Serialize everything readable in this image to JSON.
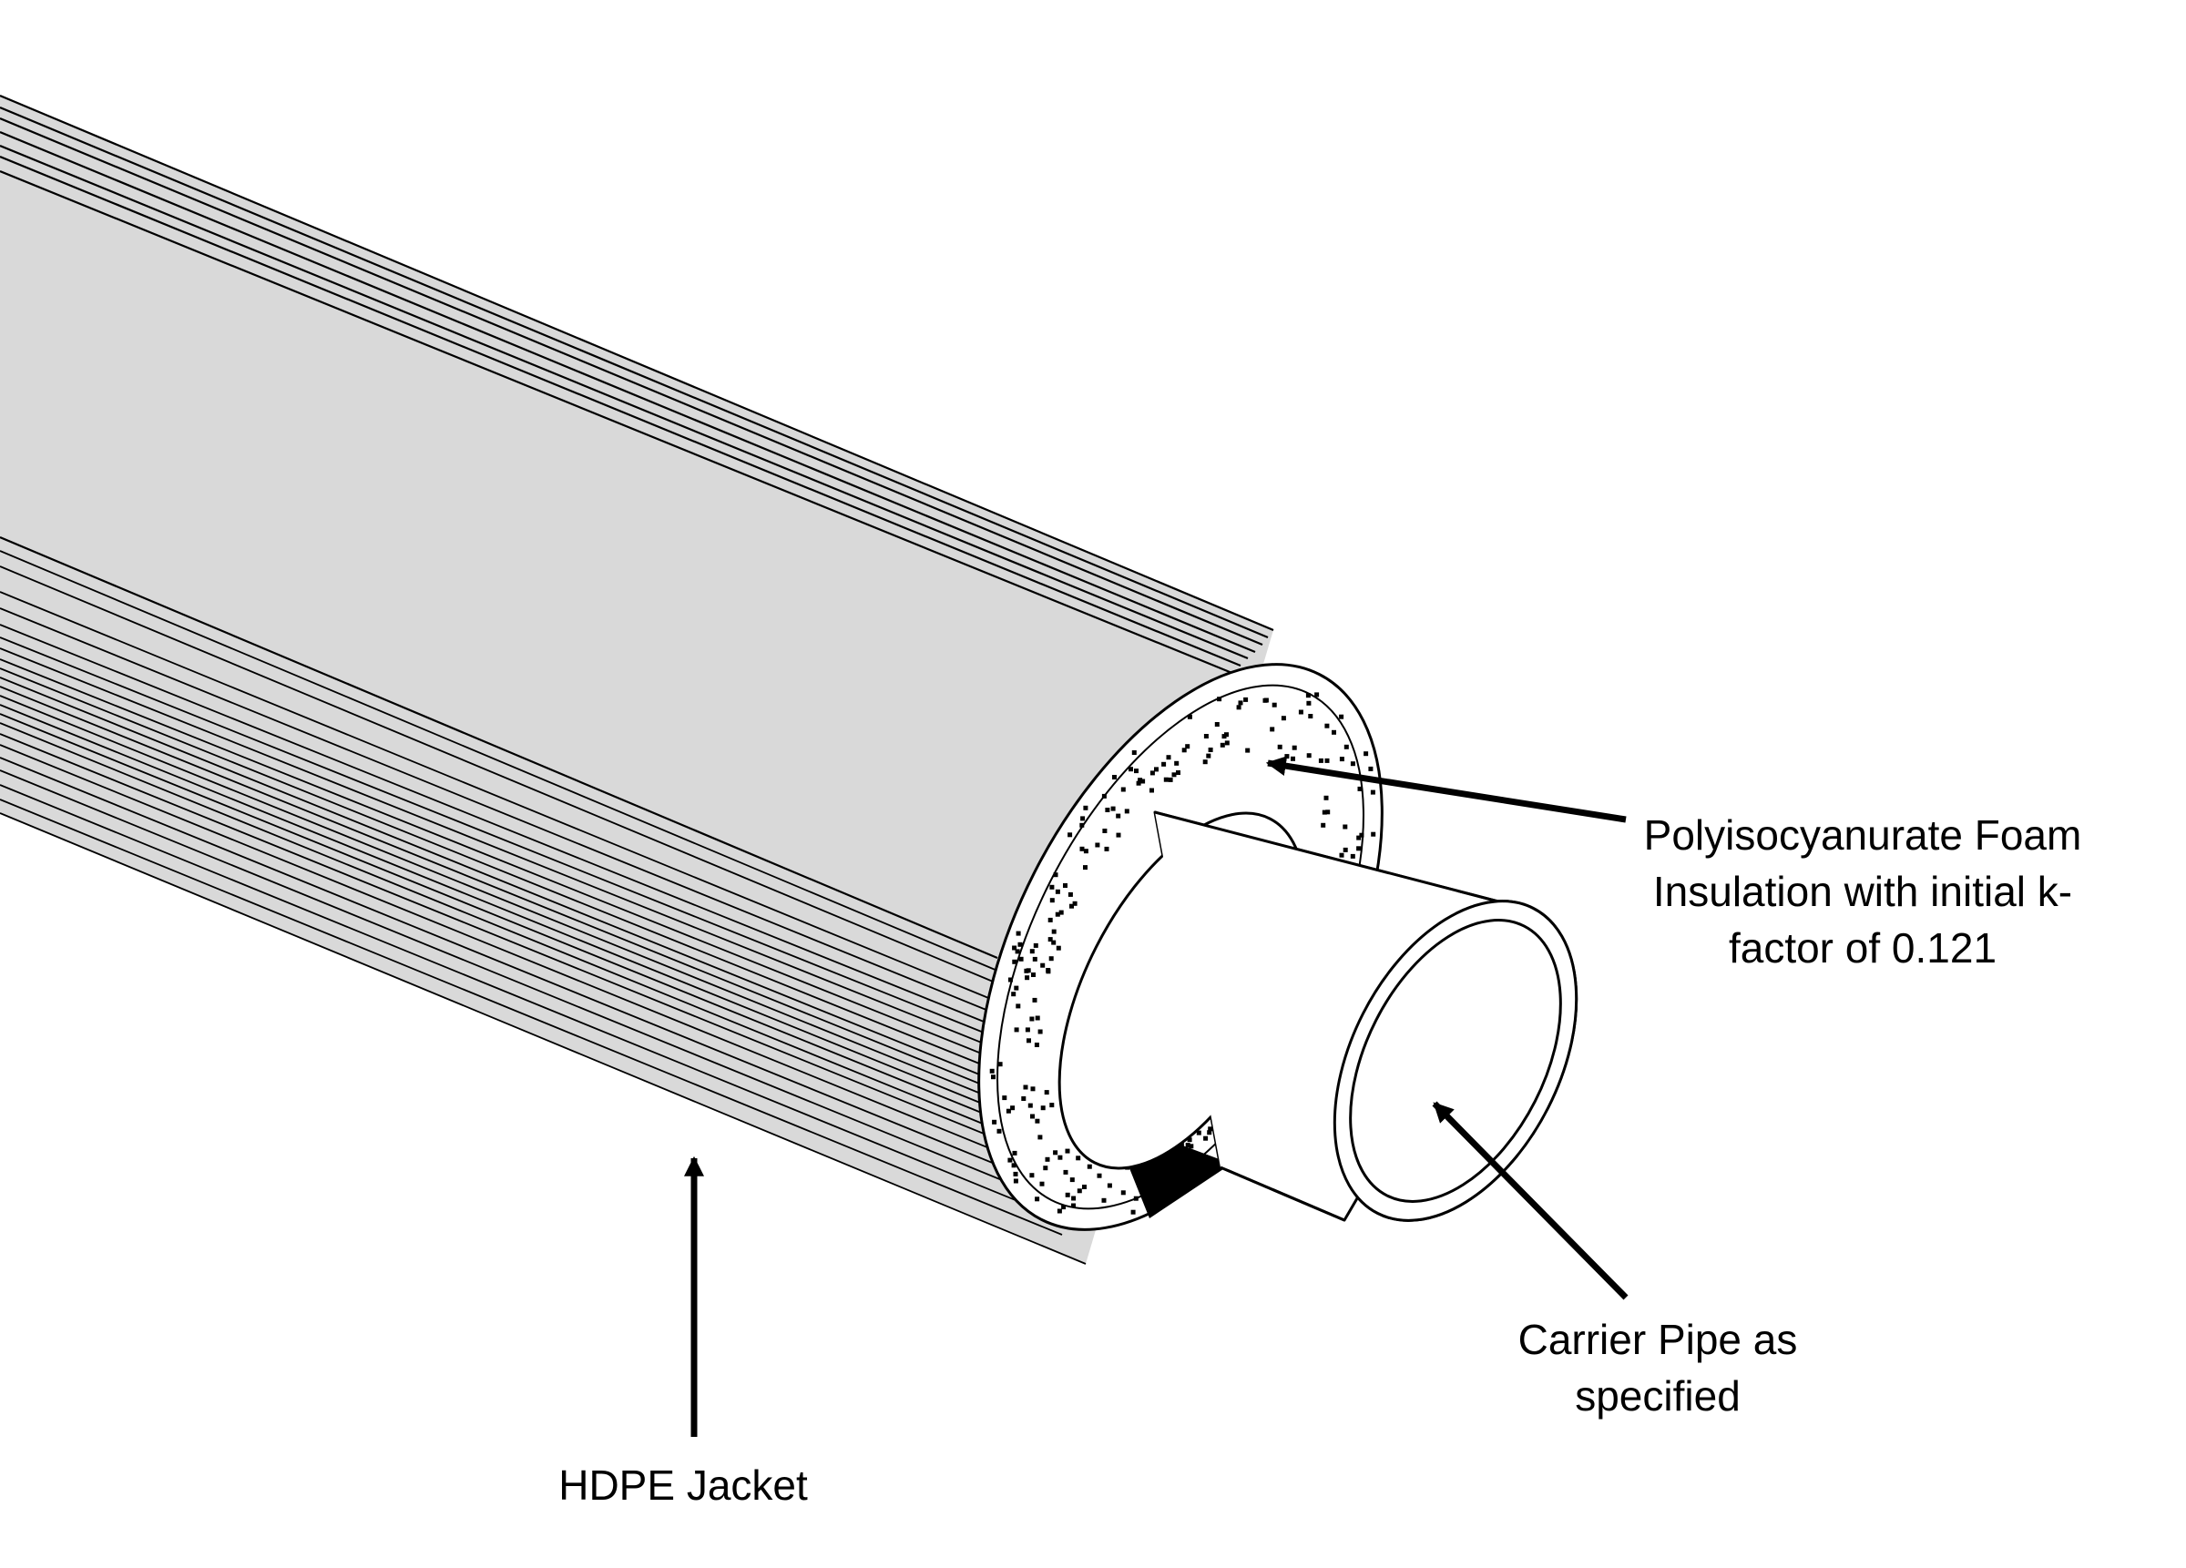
{
  "labels": {
    "foam": {
      "line1": "Polyisocyanurate Foam",
      "line2": "Insulation with initial k-",
      "line3": "factor of 0.121"
    },
    "carrier": {
      "line1": "Carrier Pipe as",
      "line2": "specified"
    },
    "jacket": {
      "line1": "HDPE Jacket"
    }
  },
  "colors": {
    "jacket_fill": "#d9d9d9",
    "stroke": "#000000",
    "background": "#ffffff"
  }
}
